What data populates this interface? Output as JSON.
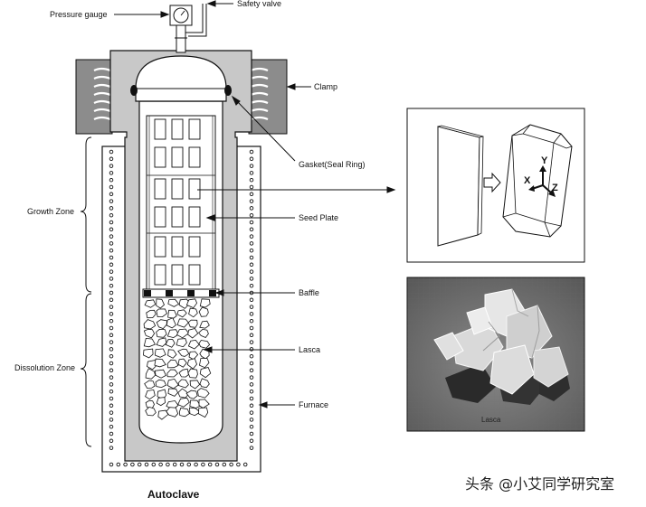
{
  "labels": {
    "pressure_gauge": "Pressure gauge",
    "safety_valve": "Safety valve",
    "clamp": "Clamp",
    "gasket": "Gasket(Seal Ring)",
    "growth_zone": "Growth Zone",
    "seed_plate": "Seed Plate",
    "baffle": "Baffle",
    "dissolution_zone": "Dissolution Zone",
    "lasca": "Lasca",
    "furnace": "Furnace"
  },
  "title": "Autoclave",
  "crystal_axes": {
    "x": "X",
    "y": "Y",
    "z": "Z"
  },
  "photo_caption": "Lasca",
  "watermark": "头条 @小艾同学研究室",
  "colors": {
    "vessel_gray": "#c8c8c8",
    "clamp_gray": "#8c8c8c",
    "line": "#111111"
  }
}
